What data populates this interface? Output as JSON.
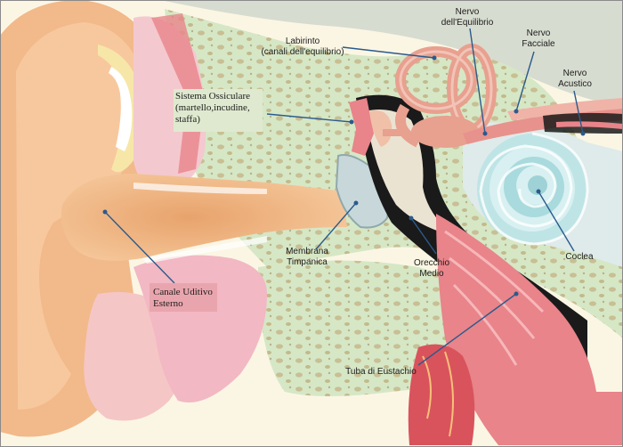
{
  "diagram": {
    "labels": {
      "labirinto": "Labirinto\n(canali dell'equilibrio)",
      "nervo_equilibrio": "Nervo\ndell'Equilibrio",
      "nervo_facciale": "Nervo\nFacciale",
      "nervo_acustico": "Nervo\nAcustico",
      "sistema_ossiculare": "Sistema Ossiculare\n(martello,incudine,\nstaffa)",
      "coclea": "Coclea",
      "membrana_timpanica": "Membrana\nTimpanica",
      "orecchio_medio": "Orecchio\nMedio",
      "canale_uditivo": "Canale Uditivo\nEsterno",
      "tuba_eustachio": "Tuba di Eustachio"
    },
    "colors": {
      "skin": "#f2b98a",
      "cartilage": "#f6e7a8",
      "bone": "#d9e8c8",
      "bone_dots": "#c9c39a",
      "muscle": "#e8848a",
      "cochlea": "#bfe4e6",
      "labyrinth": "#e8a08f",
      "nerve": "#e8928d",
      "dark": "#1a1a1a",
      "line": "#2b5a8c",
      "ossicular_box": "#dfe9cf",
      "canal_box": "#e9a5ad"
    }
  }
}
